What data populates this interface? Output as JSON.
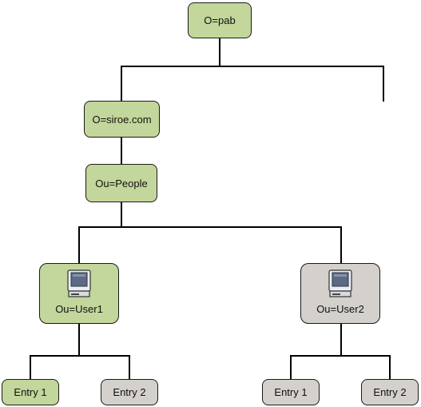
{
  "tree": {
    "root": {
      "label": "O=pab"
    },
    "org": {
      "label": "O=siroe.com"
    },
    "ou_people": {
      "label": "Ou=People"
    },
    "user1": {
      "label": "Ou=User1",
      "icon": "computer-icon",
      "entries": [
        {
          "label": "Entry 1"
        },
        {
          "label": "Entry 2"
        }
      ]
    },
    "user2": {
      "label": "Ou=User2",
      "icon": "computer-icon",
      "entries": [
        {
          "label": "Entry 1"
        },
        {
          "label": "Entry 2"
        }
      ]
    }
  },
  "colors": {
    "green_node": "#c3d69b",
    "gray_node": "#d4d0cc",
    "border": "#1a1a1a",
    "connector": "#000000"
  }
}
